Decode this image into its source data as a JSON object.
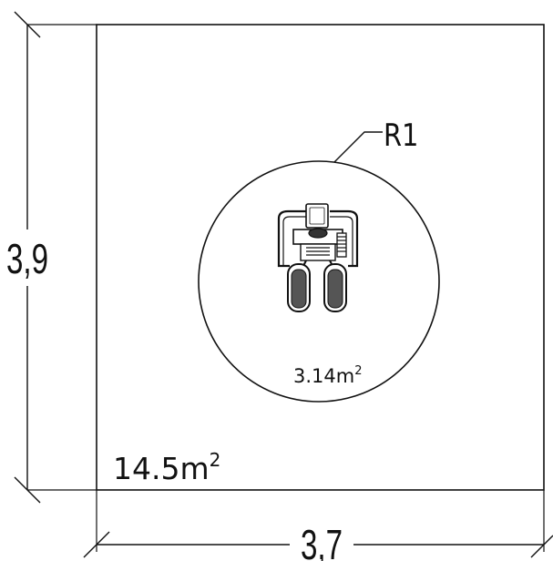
{
  "dimensions": {
    "height": "3,9",
    "width": "3,7"
  },
  "radius_label": "R1",
  "total_area": {
    "value": "14.5m",
    "superscript": "2"
  },
  "circle_area": {
    "value": "3.14m",
    "superscript": "2"
  },
  "colors": {
    "line": "#111111",
    "background": "#ffffff"
  },
  "icons": {
    "equipment": "elliptical-trainer-top-view-icon"
  }
}
